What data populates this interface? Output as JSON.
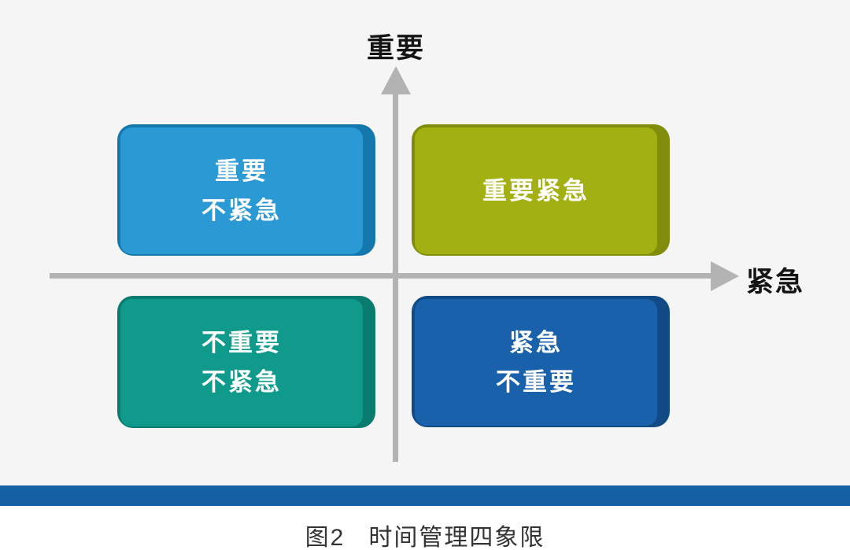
{
  "figure": {
    "background_color": "#f5f5f6",
    "axis_color": "#b3b3b3"
  },
  "axes": {
    "y_label": "重要",
    "x_label": "紧急"
  },
  "quadrants": [
    {
      "position": "top-left",
      "lines": [
        "重要",
        "不紧急"
      ],
      "color": "#2b99d3",
      "edge_color": "#1478ad"
    },
    {
      "position": "top-right",
      "lines": [
        "重要紧急"
      ],
      "color": "#a2b011",
      "edge_color": "#7f8d0a"
    },
    {
      "position": "bottom-left",
      "lines": [
        "不重要",
        "不紧急"
      ],
      "color": "#0f9a8c",
      "edge_color": "#0a7b6f"
    },
    {
      "position": "bottom-right",
      "lines": [
        "紧急",
        "不重要"
      ],
      "color": "#1961aa",
      "edge_color": "#114a84"
    }
  ],
  "footer": {
    "bar_color": "#155fa5",
    "caption_figure": "图2",
    "caption_title": "时间管理四象限"
  }
}
